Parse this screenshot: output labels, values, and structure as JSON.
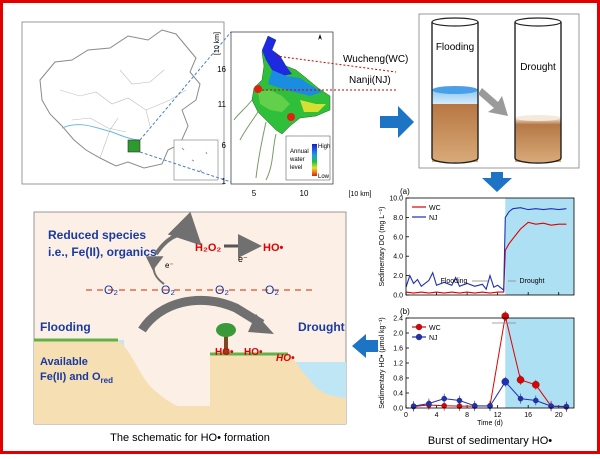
{
  "map": {
    "scale_label_x": "[10 km]",
    "scale_label_y": "[10 km]",
    "y_ticks": [
      "16",
      "11",
      "6",
      "1"
    ],
    "x_ticks": [
      "5",
      "10"
    ],
    "station_wc": "Wucheng(WC)",
    "station_nj": "Nanji(NJ)",
    "legend_title_1": "Annual",
    "legend_title_2": "water",
    "legend_title_3": "level",
    "legend_high": "High",
    "legend_low": "Low"
  },
  "tubes": {
    "flooding_label": "Flooding",
    "drought_label": "Drought"
  },
  "schematic": {
    "reduced_line1": "Reduced species",
    "reduced_line2": "i.e., Fe(II), organics",
    "h2o2": "H₂O₂",
    "electron": "e⁻",
    "ho": "HO•",
    "o2": "O₂",
    "flooding": "Flooding",
    "drought": "Drought",
    "available_line1": "Available",
    "available_line2": "Fe(II) and O",
    "available_sub": "red",
    "caption": "The schematic for HO• formation"
  },
  "chart_data": [
    {
      "type": "line",
      "panel_label": "(a)",
      "ylabel": "Sedimentary DO (mg L⁻¹)",
      "ylim": [
        0,
        10
      ],
      "y_ticks": [
        "0.0",
        "2.0",
        "4.0",
        "6.0",
        "8.0",
        "10.0"
      ],
      "xlim": [
        0,
        22
      ],
      "annotations": [
        "Flooding",
        "Drought"
      ],
      "shaded_region": [
        13,
        22
      ],
      "series": [
        {
          "name": "WC",
          "color": "#e00000",
          "x": [
            0,
            1,
            2,
            3,
            4,
            5,
            6,
            7,
            8,
            9,
            10,
            11,
            12,
            12.8,
            13,
            13.5,
            14,
            15,
            16,
            17,
            18,
            19,
            20,
            21
          ],
          "y": [
            0.3,
            0.2,
            0.3,
            0.2,
            0.3,
            0.2,
            0.3,
            0.2,
            0.3,
            0.2,
            0.3,
            0.2,
            0.3,
            0.3,
            4.6,
            5.3,
            5.8,
            6.8,
            7.5,
            7.3,
            7.4,
            7.2,
            7.3,
            7.3
          ]
        },
        {
          "name": "NJ",
          "color": "#1f2fb8",
          "x": [
            0,
            0.5,
            1,
            1.5,
            2,
            3,
            3.5,
            4,
            5,
            6,
            6.5,
            7,
            8,
            9,
            10,
            10.5,
            11,
            11.5,
            12,
            12.8,
            13,
            13.5,
            14,
            15,
            16,
            17,
            18,
            19,
            20,
            21
          ],
          "y": [
            0.8,
            2.0,
            1.2,
            1.6,
            0.9,
            1.5,
            2.3,
            1.0,
            1.3,
            1.0,
            1.8,
            0.9,
            1.2,
            0.9,
            1.1,
            0.6,
            2.0,
            0.8,
            1.0,
            0.5,
            8.0,
            8.6,
            8.9,
            9.0,
            8.8,
            8.9,
            8.8,
            8.9,
            8.8,
            8.9
          ]
        }
      ]
    },
    {
      "type": "line",
      "panel_label": "(b)",
      "ylabel": "Sedimentary HO• (μmol kg⁻¹)",
      "xlabel": "Time (d)",
      "ylim": [
        0,
        2.4
      ],
      "y_ticks": [
        "0.0",
        "0.4",
        "0.8",
        "1.2",
        "1.6",
        "2.0",
        "2.4"
      ],
      "xlim": [
        0,
        22
      ],
      "x_ticks": [
        "0",
        "4",
        "8",
        "12",
        "16",
        "20"
      ],
      "shaded_region": [
        13,
        22
      ],
      "series": [
        {
          "name": "WC",
          "color": "#e00000",
          "x": [
            1,
            3,
            5,
            7,
            9,
            11,
            13,
            15,
            17,
            19,
            21
          ],
          "y": [
            0.04,
            0.08,
            0.06,
            0.05,
            0.05,
            0.06,
            2.45,
            0.75,
            0.62,
            0.05,
            0.03
          ]
        },
        {
          "name": "NJ",
          "color": "#1f2fb8",
          "x": [
            1,
            3,
            5,
            7,
            9,
            11,
            13,
            15,
            17,
            19,
            21
          ],
          "y": [
            0.05,
            0.12,
            0.25,
            0.2,
            0.06,
            0.05,
            0.7,
            0.25,
            0.2,
            0.05,
            0.04
          ]
        }
      ]
    }
  ],
  "burst_caption": "Burst of sedimentary HO•"
}
